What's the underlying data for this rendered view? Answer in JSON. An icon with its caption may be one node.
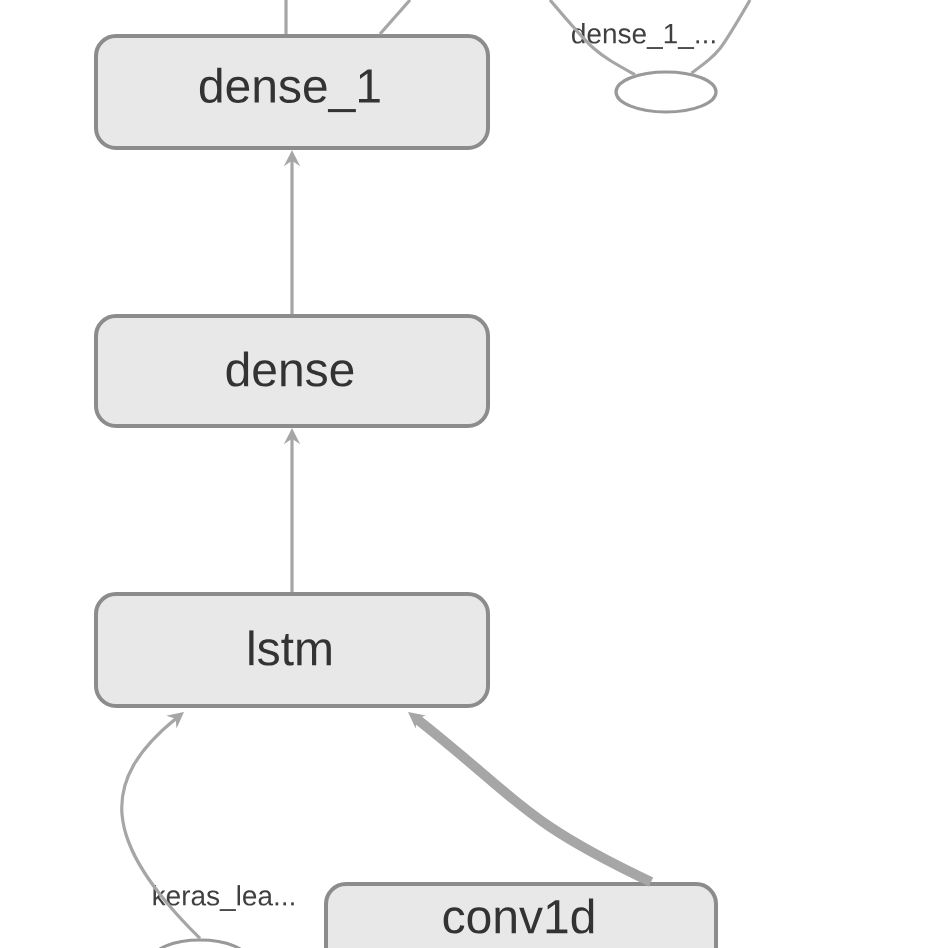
{
  "diagram": {
    "nodes": [
      {
        "text": [
          "dense_1"
        ]
      },
      {
        "text": [
          "dense"
        ]
      },
      {
        "text": [
          "lstm"
        ]
      },
      {
        "text": [
          "conv1d"
        ]
      },
      {
        "text": [],
        "shape": "ellipse",
        "beside": [
          "dense_1_..."
        ]
      },
      {
        "text": [],
        "shape": "ellipse",
        "beside": [
          "keras_lea..."
        ]
      }
    ],
    "edges": [
      {
        "from": 1,
        "to": 0,
        "arrow": "to"
      },
      {
        "from": 2,
        "to": 1,
        "arrow": "to"
      },
      {
        "from": 5,
        "to": 2,
        "arrow": "to"
      },
      {
        "from": 3,
        "to": 2,
        "arrow": "to",
        "style": "thick"
      },
      {
        "from": 0,
        "to": null,
        "arrow": "none"
      },
      {
        "from": 0,
        "to": null,
        "arrow": "none"
      },
      {
        "from": null,
        "to": 4,
        "arrow": "none"
      },
      {
        "from": null,
        "to": 4,
        "arrow": "none"
      }
    ]
  }
}
